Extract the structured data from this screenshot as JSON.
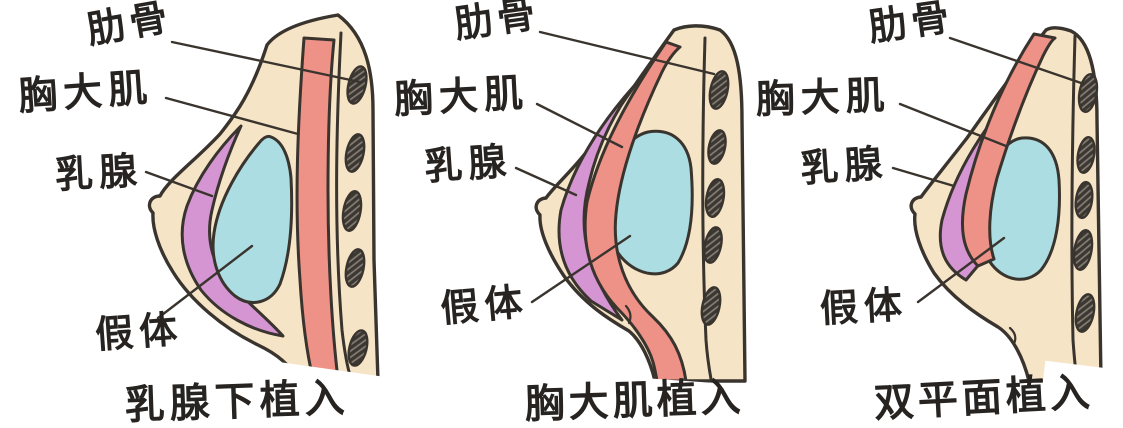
{
  "figure": {
    "background": "#ffffff",
    "colors": {
      "skin": "#f6e4c6",
      "muscle": "#ee9187",
      "gland": "#d495d2",
      "implant": "#abdde2",
      "outline": "#3a342e",
      "rib_fill": "#3b3733",
      "rib_hatch": "#8a8176",
      "text": "#262321"
    },
    "panels": [
      {
        "title": "乳腺下植入",
        "labels": {
          "rib": "肋骨",
          "pectoralis": "胸大肌",
          "gland": "乳腺",
          "implant": "假体"
        }
      },
      {
        "title": "胸大肌植入",
        "labels": {
          "rib": "肋骨",
          "pectoralis": "胸大肌",
          "gland": "乳腺",
          "implant": "假体"
        }
      },
      {
        "title": "双平面植入",
        "labels": {
          "rib": "肋骨",
          "pectoralis": "胸大肌",
          "gland": "乳腺",
          "implant": "假体"
        }
      }
    ]
  }
}
